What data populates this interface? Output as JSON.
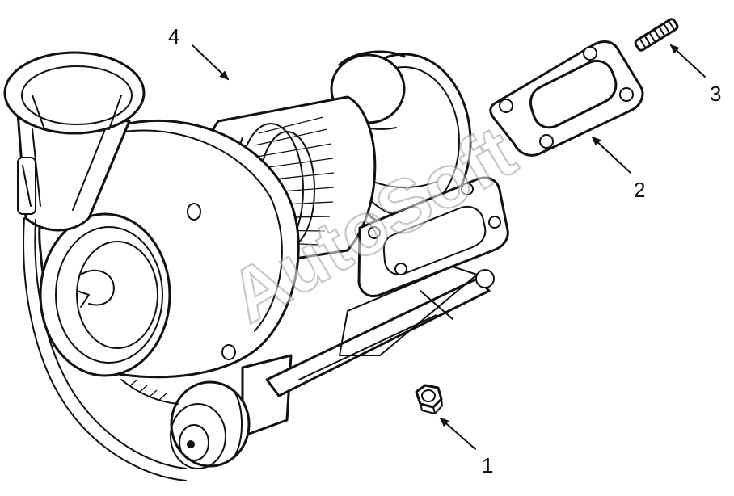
{
  "callouts": [
    {
      "number": "1",
      "part": "nut"
    },
    {
      "number": "2",
      "part": "gasket"
    },
    {
      "number": "3",
      "part": "stud"
    },
    {
      "number": "4",
      "part": "turbocharger"
    }
  ],
  "watermark": "AutoSoft",
  "line_color": "#111111",
  "background": "#ffffff"
}
